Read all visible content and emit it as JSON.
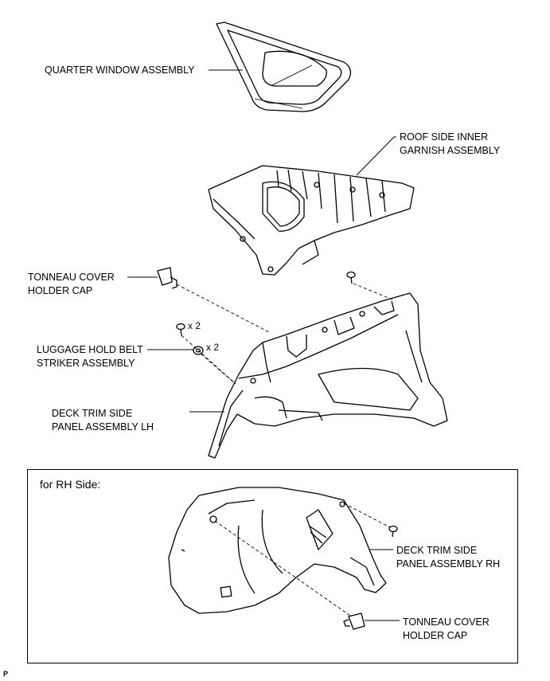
{
  "labels": {
    "quarter_window": "QUARTER WINDOW ASSEMBLY",
    "roof_garnish_1": "ROOF SIDE INNER",
    "roof_garnish_2": "GARNISH ASSEMBLY",
    "tonneau_lh_1": "TONNEAU COVER",
    "tonneau_lh_2": "HOLDER CAP",
    "clip_qty": "x 2",
    "striker_qty": "x 2",
    "striker_1": "LUGGAGE HOLD BELT",
    "striker_2": "STRIKER ASSEMBLY",
    "deck_lh_1": "DECK TRIM SIDE",
    "deck_lh_2": "PANEL ASSEMBLY LH",
    "rh_title": "for RH Side:",
    "deck_rh_1": "DECK TRIM SIDE",
    "deck_rh_2": "PANEL ASSEMBLY RH",
    "tonneau_rh_1": "TONNEAU COVER",
    "tonneau_rh_2": "HOLDER CAP",
    "corner_mark": "P"
  }
}
